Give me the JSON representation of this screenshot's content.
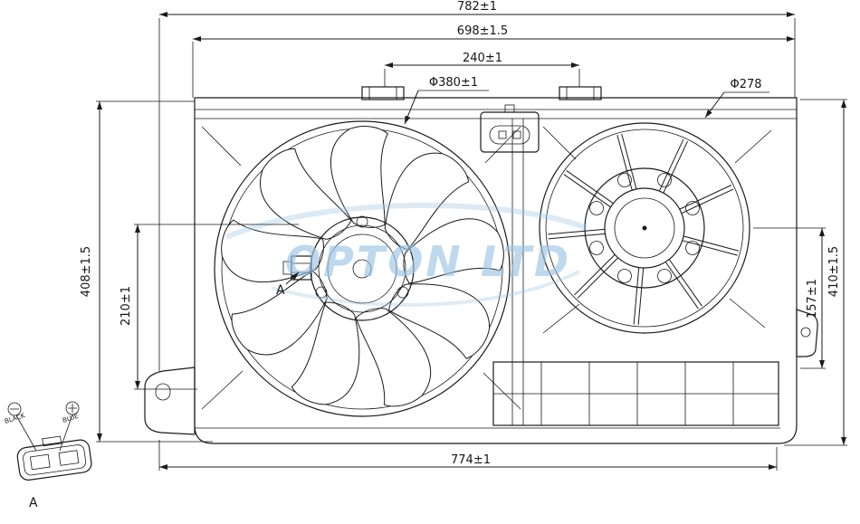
{
  "title": "Dual radiator fan assembly technical drawing",
  "watermark": "OPTON LTD",
  "dims": {
    "top_overall": "782±1",
    "top_inner": "698±1.5",
    "tab_span": "240±1",
    "large_fan_dia": "Φ380±1",
    "small_fan_dia": "Φ278",
    "left_overall": "408±1.5",
    "left_inner": "210±1",
    "right_inner": "157±1",
    "right_overall": "410±1.5",
    "bottom_overall": "774±1"
  },
  "labels": {
    "hub_ref": "A",
    "detail_ref": "A",
    "terminal_negative": "BLACK",
    "terminal_positive": "BLUE"
  },
  "colors": {
    "line": "#1a1a1a",
    "watermark": "#9cc4e4",
    "background": "#ffffff"
  }
}
